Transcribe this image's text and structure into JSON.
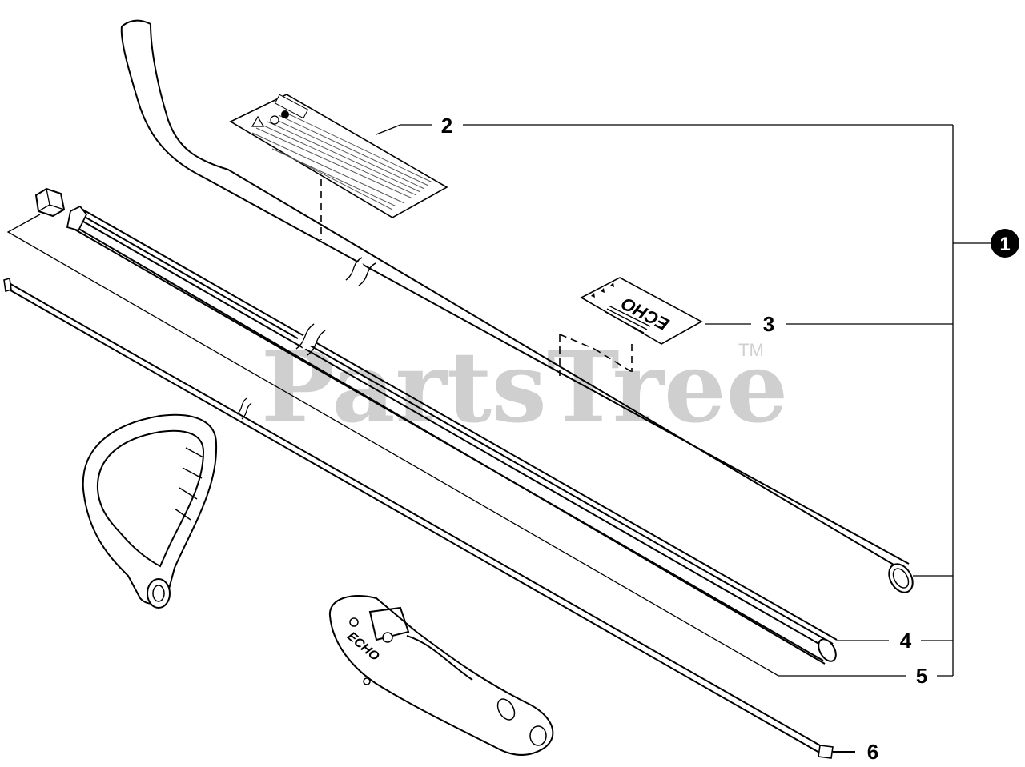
{
  "watermark": {
    "brand": "PartsTree",
    "trademark": "TM"
  },
  "decal_brand": "ECHO",
  "callouts": [
    {
      "id": "1",
      "label": "1",
      "style": "filled-circle"
    },
    {
      "id": "2",
      "label": "2"
    },
    {
      "id": "3",
      "label": "3"
    },
    {
      "id": "4",
      "label": "4"
    },
    {
      "id": "5",
      "label": "5"
    },
    {
      "id": "6",
      "label": "6"
    }
  ]
}
